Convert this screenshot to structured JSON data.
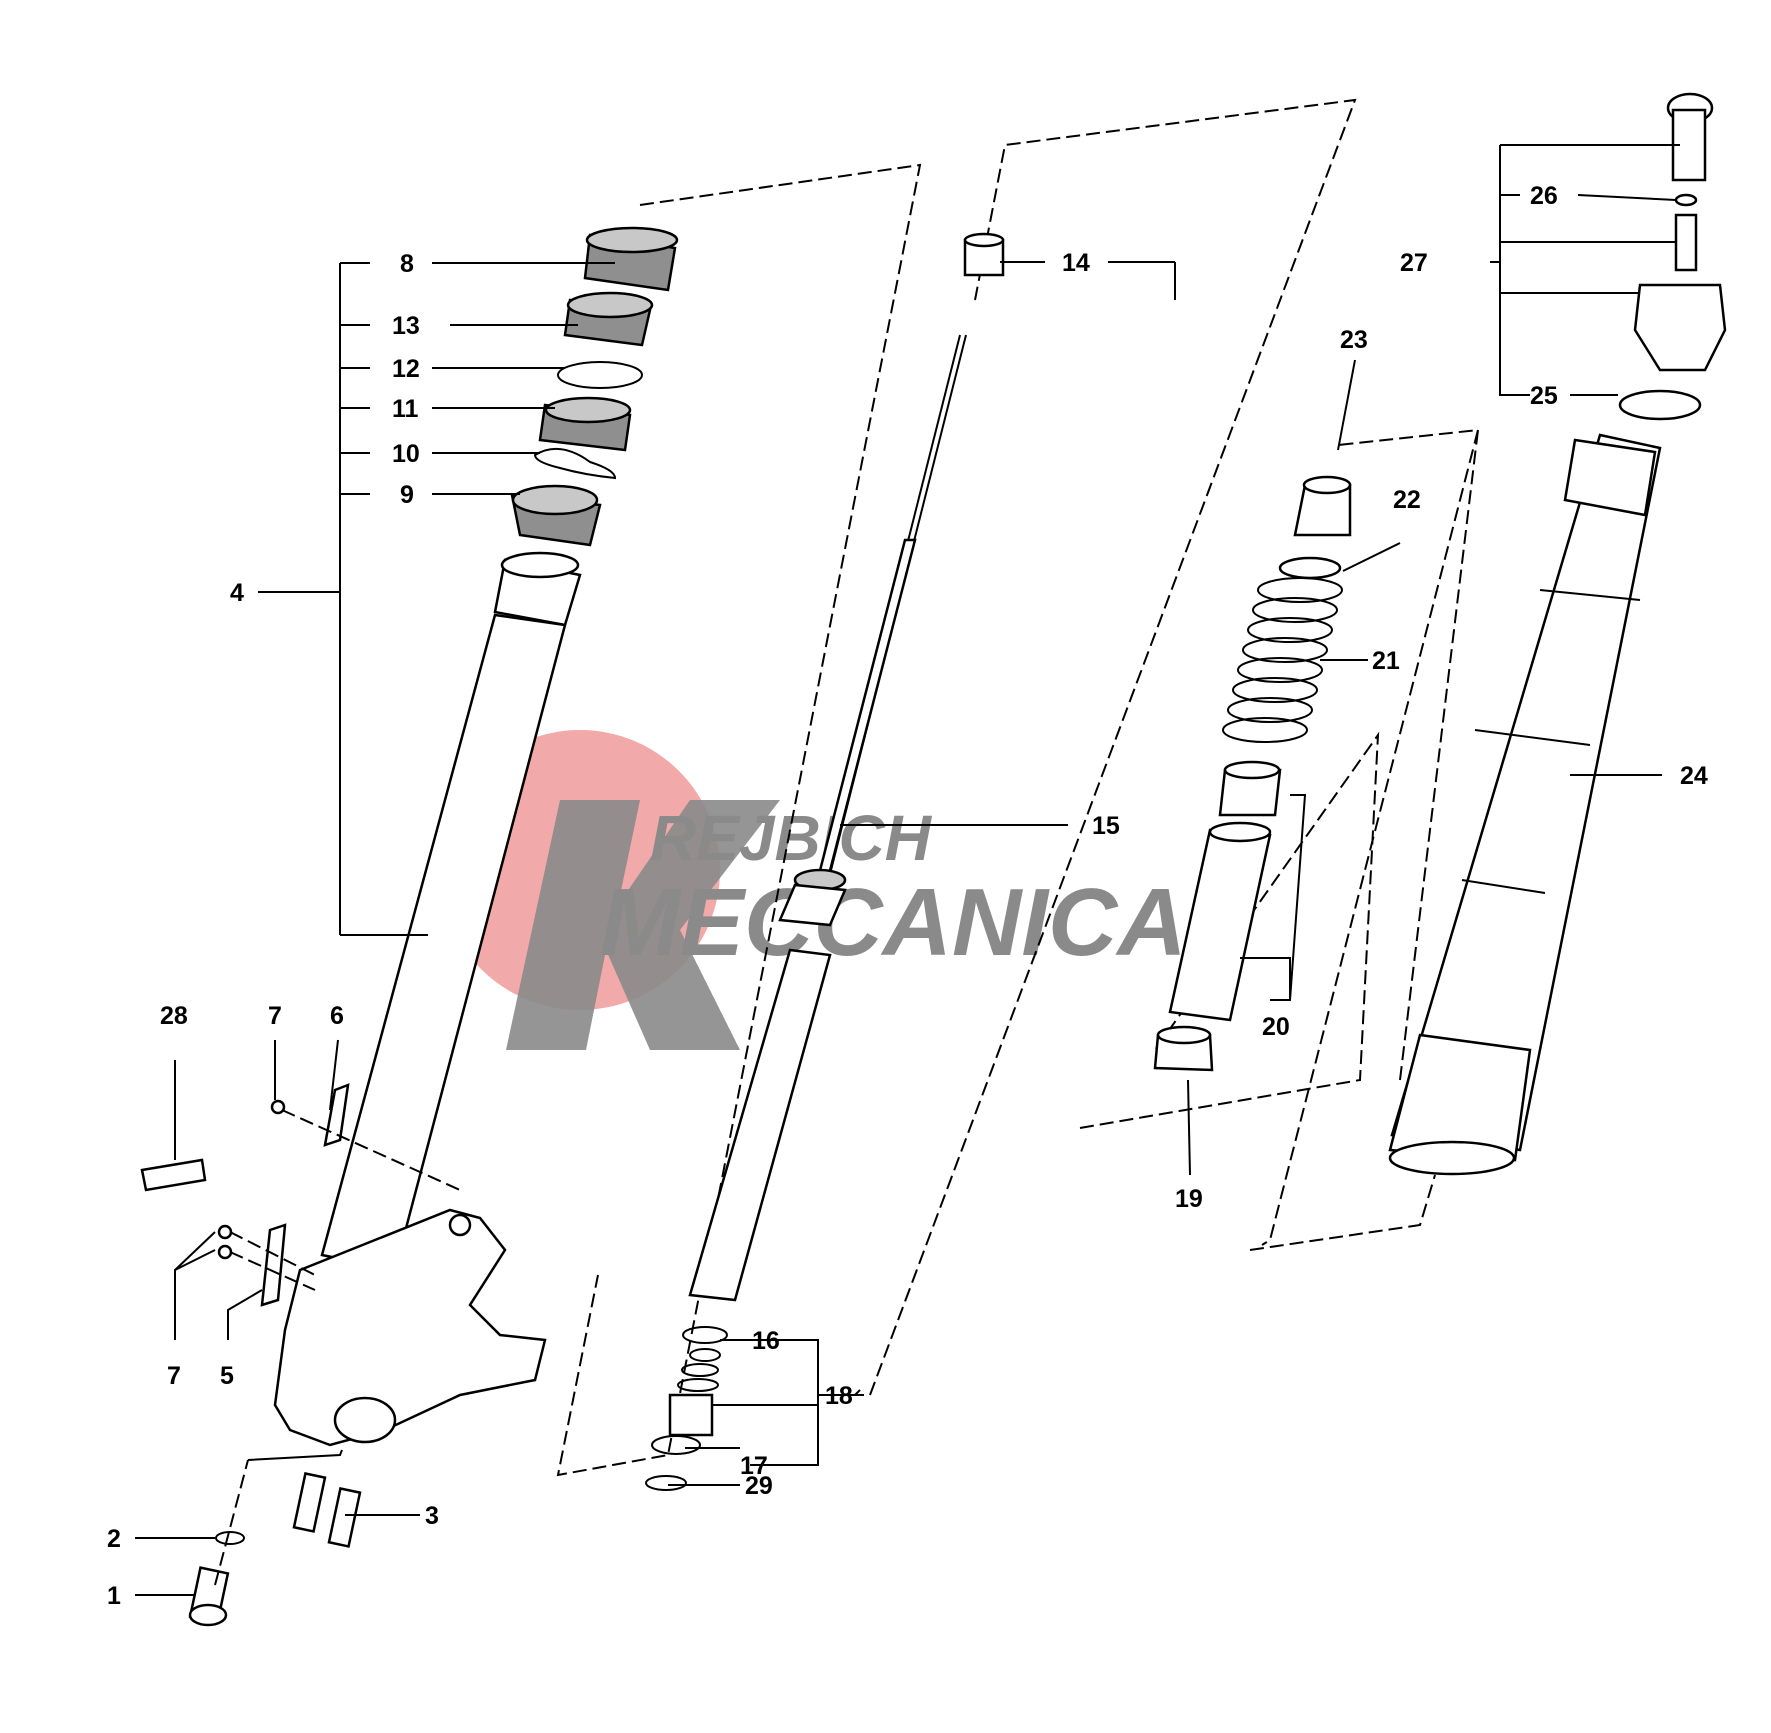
{
  "watermark": {
    "line1": "REJBICH",
    "line2": "MECCANICA",
    "logo_letter": "K",
    "circle_color": "#ef9a9a",
    "text_color": "#8a8a8a"
  },
  "labels": {
    "n1": "1",
    "n2": "2",
    "n3": "3",
    "n4": "4",
    "n5": "5",
    "n6": "6",
    "n7a": "7",
    "n7b": "7",
    "n8": "8",
    "n9": "9",
    "n10": "10",
    "n11": "11",
    "n12": "12",
    "n13": "13",
    "n14": "14",
    "n15": "15",
    "n16": "16",
    "n17": "17",
    "n18": "18",
    "n19": "19",
    "n20": "20",
    "n21": "21",
    "n22": "22",
    "n23": "23",
    "n24": "24",
    "n25": "25",
    "n26": "26",
    "n27": "27",
    "n28": "28",
    "n29": "29"
  }
}
